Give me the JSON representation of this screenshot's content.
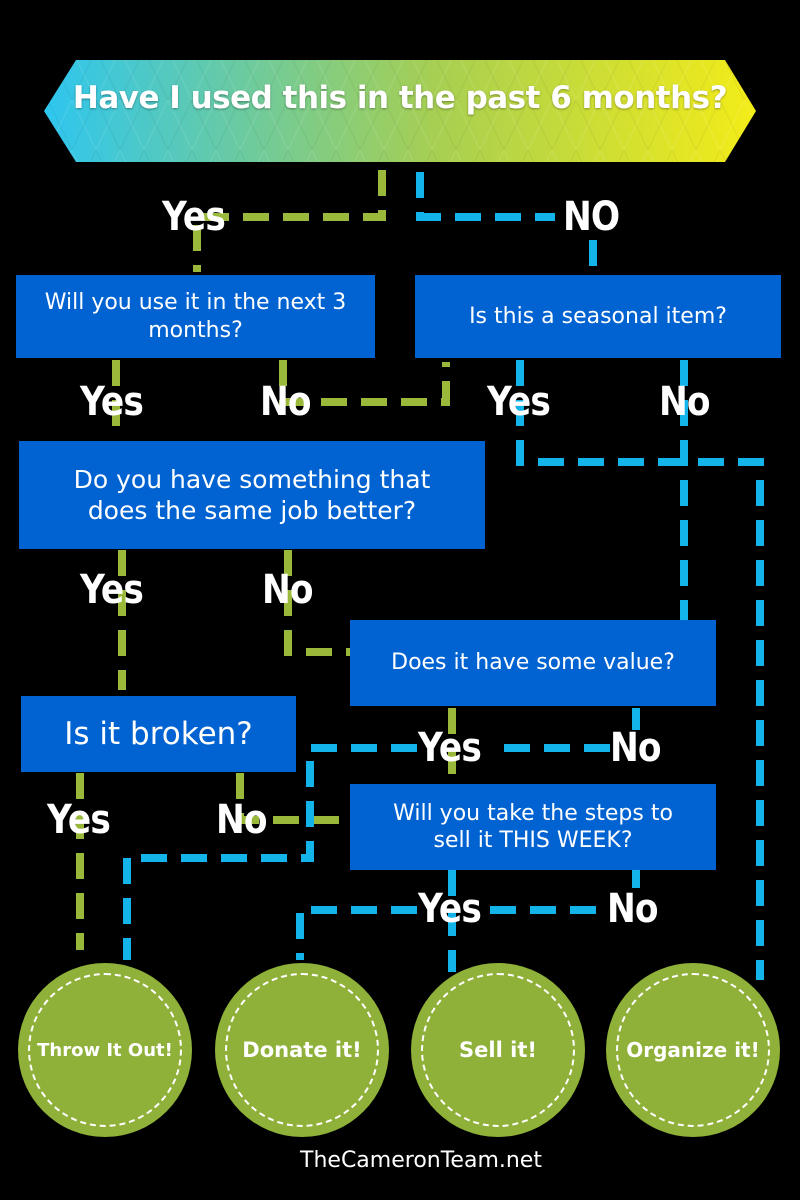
{
  "title": "Have I used this in the past 6 months?",
  "questions": {
    "q_next3": "Will you use it in the next 3 months?",
    "q_seasonal": "Is this a seasonal item?",
    "q_better": "Do you have something that does the same job better?",
    "q_value": "Does it have some value?",
    "q_broken": "Is it broken?",
    "q_sell": "Will you take the steps to sell it THIS WEEK?"
  },
  "labels": {
    "yes": "Yes",
    "no_top": "NO",
    "no": "No"
  },
  "outcomes": {
    "throw": "Throw It Out!",
    "donate": "Donate it!",
    "sell": "Sell it!",
    "organize": "Organize it!"
  },
  "footer": "TheCameronTeam.net",
  "colors": {
    "question_box": "#0063d1",
    "yes_path": "#9ab83a",
    "no_path": "#12b4ea",
    "outcome_circle": "#8fb039",
    "banner_left": "#2ec6f0",
    "banner_right": "#f3ec18"
  }
}
